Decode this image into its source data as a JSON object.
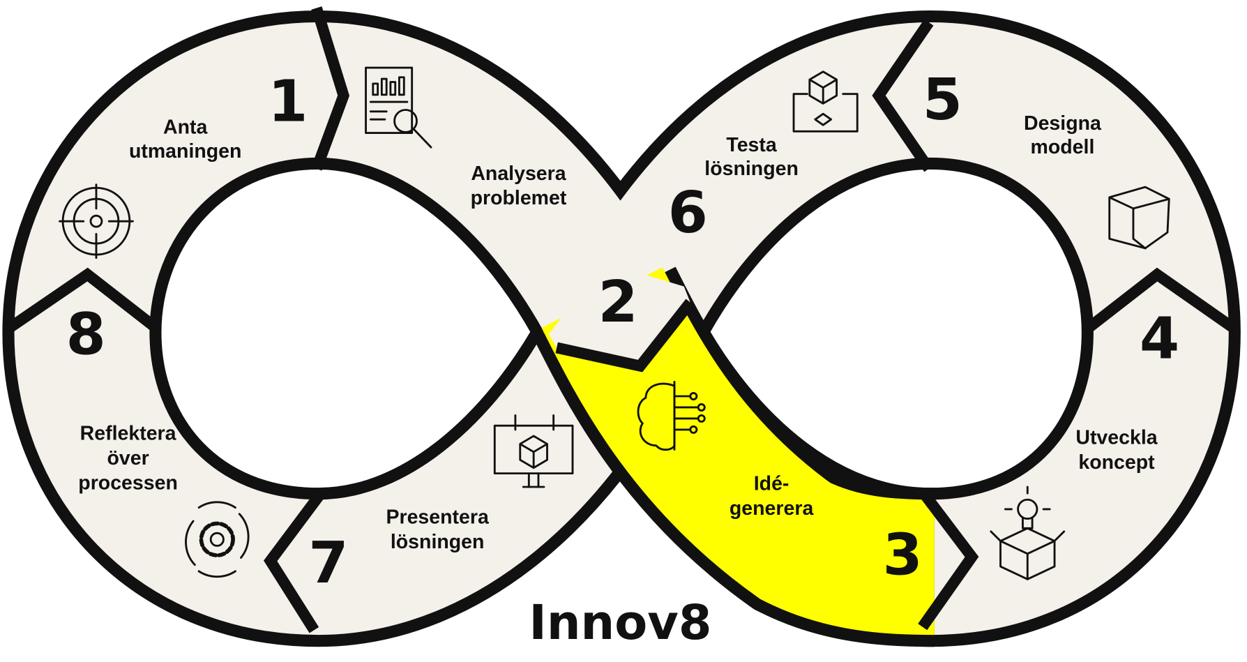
{
  "title": "Innov8",
  "colors": {
    "band": "#f4f0ea",
    "outline": "#111111",
    "highlight": "#ffff00"
  },
  "steps": [
    {
      "number": "1",
      "lines": [
        "Anta",
        "utmaningen"
      ],
      "icon": "target-icon"
    },
    {
      "number": "2",
      "lines": [
        "Analysera",
        "problemet"
      ],
      "icon": "report-magnifier-icon"
    },
    {
      "number": "3",
      "lines": [
        "Idé-",
        "generera"
      ],
      "icon": "brain-circuit-icon",
      "highlighted": true
    },
    {
      "number": "4",
      "lines": [
        "Utveckla",
        "koncept"
      ],
      "icon": "lightbulb-box-icon"
    },
    {
      "number": "5",
      "lines": [
        "Designa",
        "modell"
      ],
      "icon": "wireframe-cube-icon"
    },
    {
      "number": "6",
      "lines": [
        "Testa",
        "lösningen"
      ],
      "icon": "blueprint-cube-icon"
    },
    {
      "number": "7",
      "lines": [
        "Presentera",
        "lösningen"
      ],
      "icon": "presentation-board-icon"
    },
    {
      "number": "8",
      "lines": [
        "Reflektera",
        "över",
        "processen"
      ],
      "icon": "gear-cycle-icon"
    }
  ]
}
